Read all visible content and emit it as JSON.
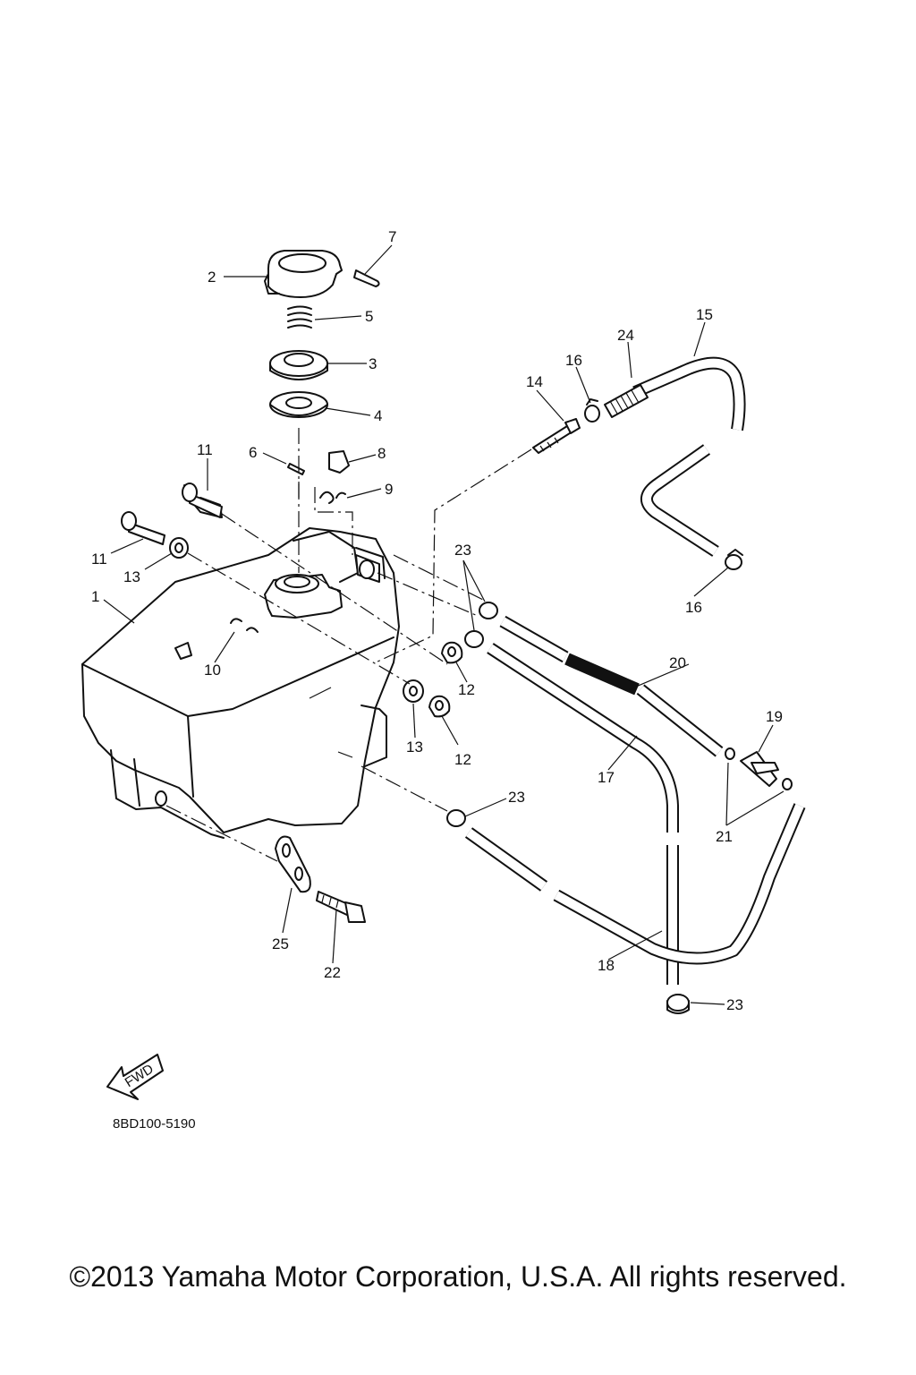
{
  "diagram": {
    "part_code": "8BD100-5190",
    "fwd_mark": "FWD",
    "copyright": "©2013 Yamaha Motor Corporation, U.S.A. All rights reserved.",
    "callouts": [
      {
        "id": "tank",
        "text": "1"
      },
      {
        "id": "cap",
        "text": "2"
      },
      {
        "id": "filter",
        "text": "3"
      },
      {
        "id": "gasket",
        "text": "4"
      },
      {
        "id": "spring",
        "text": "5"
      },
      {
        "id": "pin6",
        "text": "6"
      },
      {
        "id": "pin7",
        "text": "7"
      },
      {
        "id": "clip8",
        "text": "8"
      },
      {
        "id": "clip9",
        "text": "9"
      },
      {
        "id": "clip10",
        "text": "10"
      },
      {
        "id": "bolt11a",
        "text": "11"
      },
      {
        "id": "bolt11b",
        "text": "11"
      },
      {
        "id": "collar12a",
        "text": "12"
      },
      {
        "id": "collar12b",
        "text": "12"
      },
      {
        "id": "washer13a",
        "text": "13"
      },
      {
        "id": "washer13b",
        "text": "13"
      },
      {
        "id": "bolt14",
        "text": "14"
      },
      {
        "id": "hose15",
        "text": "15"
      },
      {
        "id": "clamp16a",
        "text": "16"
      },
      {
        "id": "clamp16b",
        "text": "16"
      },
      {
        "id": "hose17",
        "text": "17"
      },
      {
        "id": "hose18",
        "text": "18"
      },
      {
        "id": "joint19",
        "text": "19"
      },
      {
        "id": "hose20",
        "text": "20"
      },
      {
        "id": "clip21",
        "text": "21"
      },
      {
        "id": "bolt22",
        "text": "22"
      },
      {
        "id": "clamp23a",
        "text": "23"
      },
      {
        "id": "clamp23b",
        "text": "23"
      },
      {
        "id": "clamp23c",
        "text": "23"
      },
      {
        "id": "spring24",
        "text": "24"
      },
      {
        "id": "plate25",
        "text": "25"
      }
    ]
  }
}
